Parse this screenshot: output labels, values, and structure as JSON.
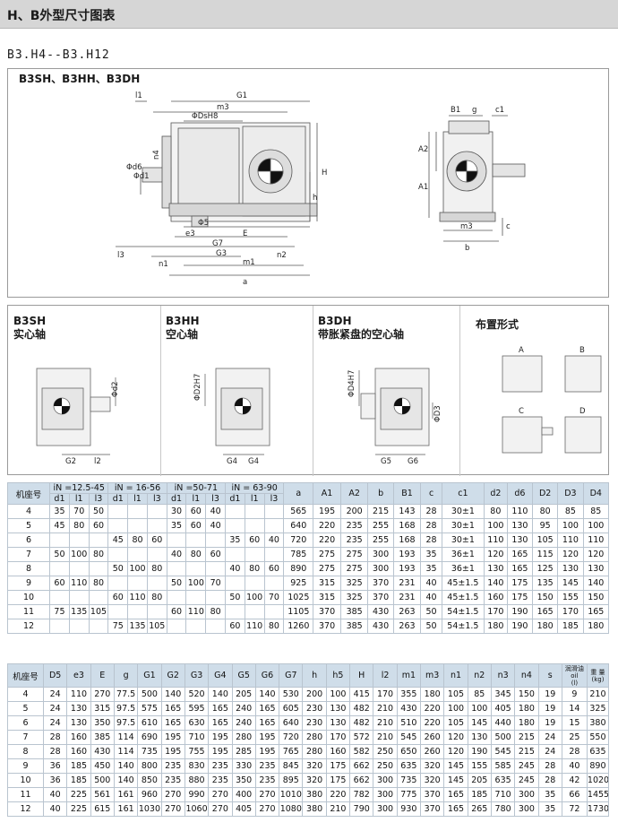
{
  "header": {
    "title": "H、B外型尺寸图表"
  },
  "series": "B3.H4--B3.H12",
  "top_panel": {
    "label": "B3SH、B3HH、B3DH",
    "dims_front": [
      "l1",
      "G1",
      "m3",
      "ΦDsH8",
      "n4",
      "Φd6",
      "Φd1",
      "H",
      "n4",
      "h",
      "Φ5",
      "e3",
      "E",
      "G7",
      "l3",
      "G3",
      "n2",
      "n1",
      "m1",
      "a"
    ],
    "dims_side": [
      "B1",
      "g",
      "c1",
      "A2",
      "A1",
      "c",
      "m3",
      "b"
    ]
  },
  "variants": [
    {
      "code": "B3SH",
      "desc": "实心轴",
      "dims": [
        "Φd2",
        "G2",
        "l2"
      ]
    },
    {
      "code": "B3HH",
      "desc": "空心轴",
      "dims": [
        "ΦD2H7",
        "G4",
        "G4"
      ]
    },
    {
      "code": "B3DH",
      "desc": "带胀紧盘的空心轴",
      "dims": [
        "ΦD4H7",
        "ΦD3",
        "G5",
        "G6"
      ]
    }
  ],
  "layout": {
    "title": "布置形式",
    "labels": [
      "A",
      "B",
      "C",
      "D"
    ]
  },
  "table1": {
    "seat": "机座号",
    "groups": [
      "iN =12.5-45",
      "iN = 16-56",
      "iN =50-71",
      "iN = 63-90"
    ],
    "sub": [
      "d1",
      "l1",
      "l3"
    ],
    "cols": [
      "a",
      "A1",
      "A2",
      "b",
      "B1",
      "c",
      "c1",
      "d2",
      "d6",
      "D2",
      "D3",
      "D4"
    ],
    "rows": [
      [
        "4",
        "35",
        "70",
        "50",
        "",
        "",
        "",
        "30",
        "60",
        "40",
        "",
        "",
        "",
        "565",
        "195",
        "200",
        "215",
        "143",
        "28",
        "30±1",
        "80",
        "110",
        "80",
        "85",
        "85"
      ],
      [
        "5",
        "45",
        "80",
        "60",
        "",
        "",
        "",
        "35",
        "60",
        "40",
        "",
        "",
        "",
        "640",
        "220",
        "235",
        "255",
        "168",
        "28",
        "30±1",
        "100",
        "130",
        "95",
        "100",
        "100"
      ],
      [
        "6",
        "",
        "",
        "",
        "45",
        "80",
        "60",
        "",
        "",
        "",
        "35",
        "60",
        "40",
        "720",
        "220",
        "235",
        "255",
        "168",
        "28",
        "30±1",
        "110",
        "130",
        "105",
        "110",
        "110"
      ],
      [
        "7",
        "50",
        "100",
        "80",
        "",
        "",
        "",
        "40",
        "80",
        "60",
        "",
        "",
        "",
        "785",
        "275",
        "275",
        "300",
        "193",
        "35",
        "36±1",
        "120",
        "165",
        "115",
        "120",
        "120"
      ],
      [
        "8",
        "",
        "",
        "",
        "50",
        "100",
        "80",
        "",
        "",
        "",
        "40",
        "80",
        "60",
        "890",
        "275",
        "275",
        "300",
        "193",
        "35",
        "36±1",
        "130",
        "165",
        "125",
        "130",
        "130"
      ],
      [
        "9",
        "60",
        "110",
        "80",
        "",
        "",
        "",
        "50",
        "100",
        "70",
        "",
        "",
        "",
        "925",
        "315",
        "325",
        "370",
        "231",
        "40",
        "45±1.5",
        "140",
        "175",
        "135",
        "145",
        "140"
      ],
      [
        "10",
        "",
        "",
        "",
        "60",
        "110",
        "80",
        "",
        "",
        "",
        "50",
        "100",
        "70",
        "1025",
        "315",
        "325",
        "370",
        "231",
        "40",
        "45±1.5",
        "160",
        "175",
        "150",
        "155",
        "150"
      ],
      [
        "11",
        "75",
        "135",
        "105",
        "",
        "",
        "",
        "60",
        "110",
        "80",
        "",
        "",
        "",
        "1105",
        "370",
        "385",
        "430",
        "263",
        "50",
        "54±1.5",
        "170",
        "190",
        "165",
        "170",
        "165"
      ],
      [
        "12",
        "",
        "",
        "",
        "75",
        "135",
        "105",
        "",
        "",
        "",
        "60",
        "110",
        "80",
        "1260",
        "370",
        "385",
        "430",
        "263",
        "50",
        "54±1.5",
        "180",
        "190",
        "180",
        "185",
        "180"
      ]
    ]
  },
  "table2": {
    "cols": [
      "机座号",
      "D5",
      "e3",
      "E",
      "g",
      "G1",
      "G2",
      "G3",
      "G4",
      "G5",
      "G6",
      "G7",
      "h",
      "h5",
      "H",
      "l2",
      "m1",
      "m3",
      "n1",
      "n2",
      "n3",
      "n4",
      "s"
    ],
    "oil_label": "润滑油\noil\n(l)",
    "weight_label": "重 量\n(kg)",
    "rows": [
      [
        "4",
        "24",
        "110",
        "270",
        "77.5",
        "500",
        "140",
        "520",
        "140",
        "205",
        "140",
        "530",
        "200",
        "100",
        "415",
        "170",
        "355",
        "180",
        "105",
        "85",
        "345",
        "150",
        "19",
        "9",
        "210"
      ],
      [
        "5",
        "24",
        "130",
        "315",
        "97.5",
        "575",
        "165",
        "595",
        "165",
        "240",
        "165",
        "605",
        "230",
        "130",
        "482",
        "210",
        "430",
        "220",
        "100",
        "100",
        "405",
        "180",
        "19",
        "14",
        "325"
      ],
      [
        "6",
        "24",
        "130",
        "350",
        "97.5",
        "610",
        "165",
        "630",
        "165",
        "240",
        "165",
        "640",
        "230",
        "130",
        "482",
        "210",
        "510",
        "220",
        "105",
        "145",
        "440",
        "180",
        "19",
        "15",
        "380"
      ],
      [
        "7",
        "28",
        "160",
        "385",
        "114",
        "690",
        "195",
        "710",
        "195",
        "280",
        "195",
        "720",
        "280",
        "170",
        "572",
        "210",
        "545",
        "260",
        "120",
        "130",
        "500",
        "215",
        "24",
        "25",
        "550"
      ],
      [
        "8",
        "28",
        "160",
        "430",
        "114",
        "735",
        "195",
        "755",
        "195",
        "285",
        "195",
        "765",
        "280",
        "160",
        "582",
        "250",
        "650",
        "260",
        "120",
        "190",
        "545",
        "215",
        "24",
        "28",
        "635"
      ],
      [
        "9",
        "36",
        "185",
        "450",
        "140",
        "800",
        "235",
        "830",
        "235",
        "330",
        "235",
        "845",
        "320",
        "175",
        "662",
        "250",
        "635",
        "320",
        "145",
        "155",
        "585",
        "245",
        "28",
        "40",
        "890"
      ],
      [
        "10",
        "36",
        "185",
        "500",
        "140",
        "850",
        "235",
        "880",
        "235",
        "350",
        "235",
        "895",
        "320",
        "175",
        "662",
        "300",
        "735",
        "320",
        "145",
        "205",
        "635",
        "245",
        "28",
        "42",
        "1020"
      ],
      [
        "11",
        "40",
        "225",
        "561",
        "161",
        "960",
        "270",
        "990",
        "270",
        "400",
        "270",
        "1010",
        "380",
        "220",
        "782",
        "300",
        "775",
        "370",
        "165",
        "185",
        "710",
        "300",
        "35",
        "66",
        "1455"
      ],
      [
        "12",
        "40",
        "225",
        "615",
        "161",
        "1030",
        "270",
        "1060",
        "270",
        "405",
        "270",
        "1080",
        "380",
        "210",
        "790",
        "300",
        "930",
        "370",
        "165",
        "265",
        "780",
        "300",
        "35",
        "72",
        "1730"
      ]
    ]
  }
}
